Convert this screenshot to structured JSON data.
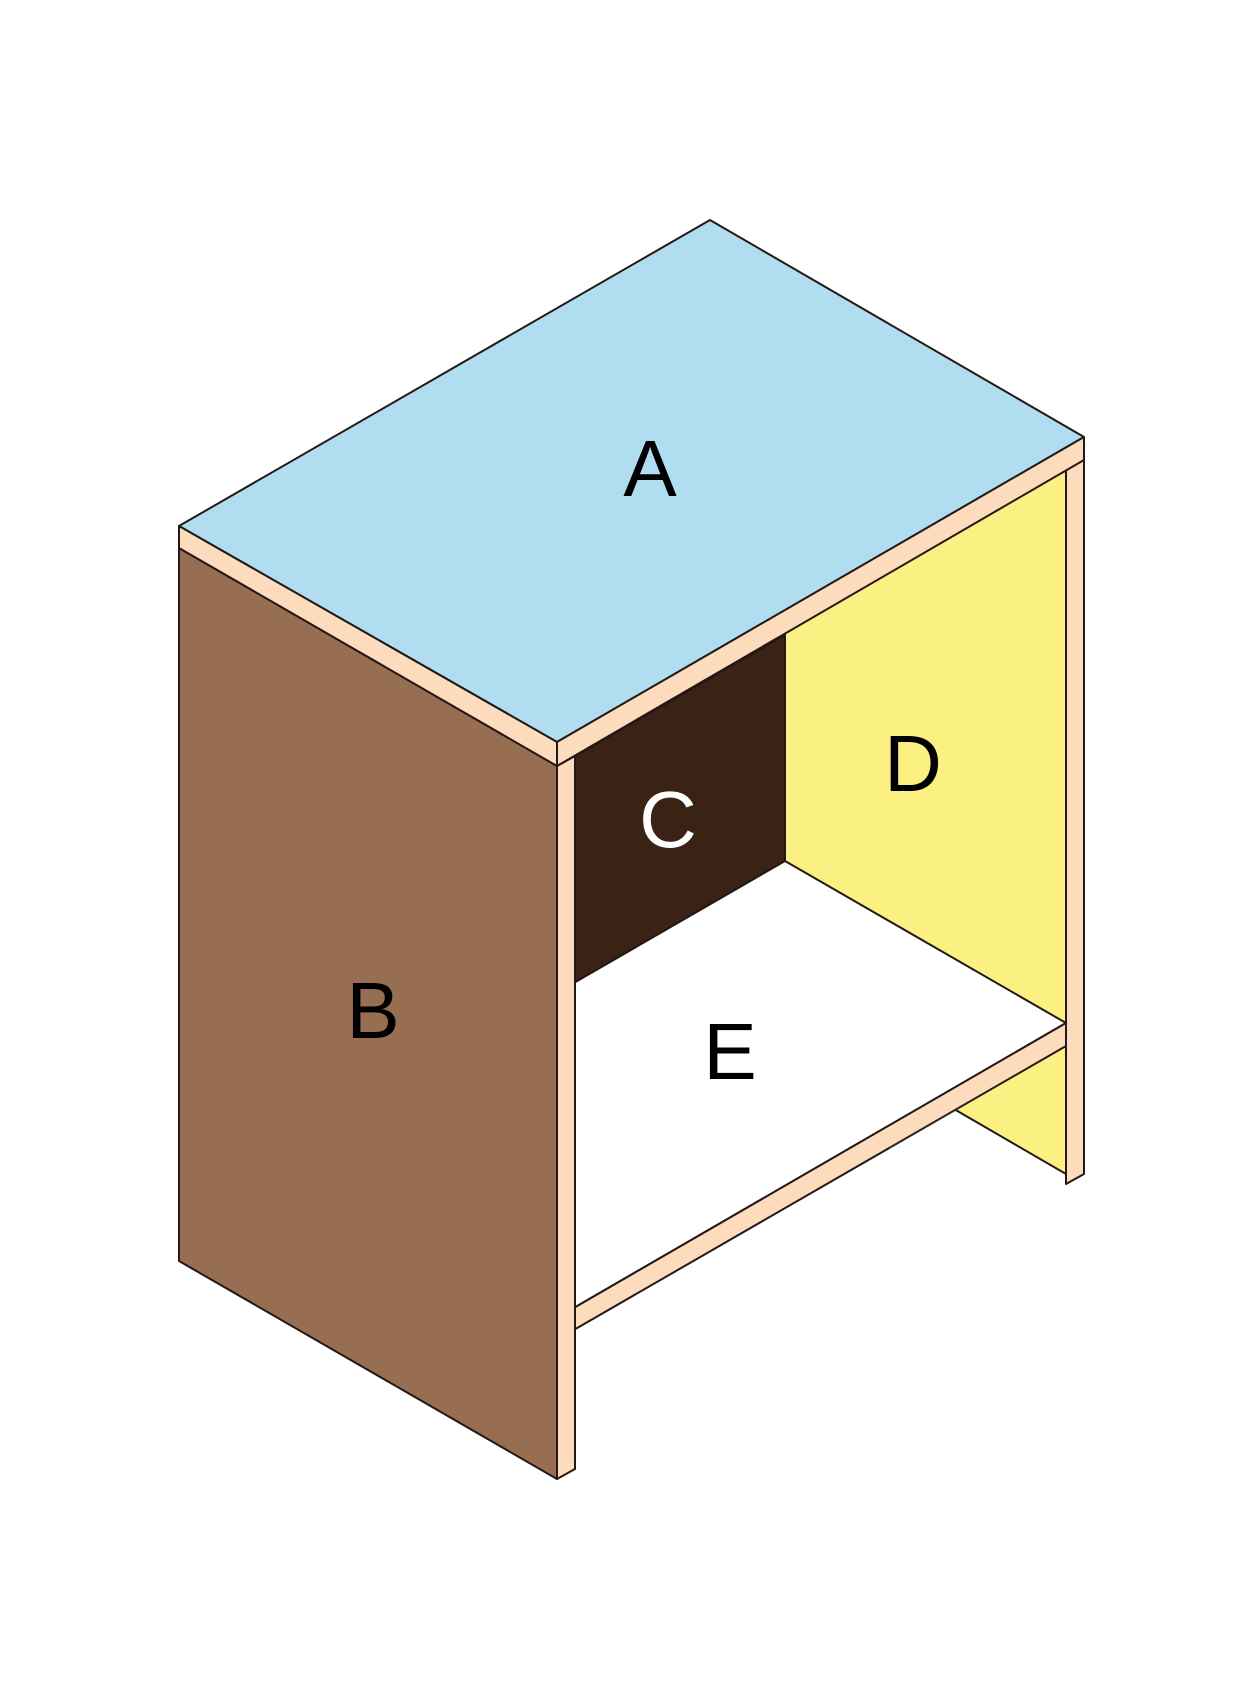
{
  "diagram": {
    "colors": {
      "top_panel": "#b1ddf0",
      "left_side_panel": "#976e52",
      "back_panel": "#3a2315",
      "right_side_panel": "#fbf082",
      "shelf_panel": "#ffffff",
      "panel_edge": "#fddcbe",
      "outline": "#231815",
      "label_dark": "#000000",
      "label_light": "#ffffff"
    },
    "panels": [
      {
        "id": "A",
        "label": "A",
        "part": "top"
      },
      {
        "id": "B",
        "label": "B",
        "part": "left-side"
      },
      {
        "id": "C",
        "label": "C",
        "part": "back"
      },
      {
        "id": "D",
        "label": "D",
        "part": "right-side"
      },
      {
        "id": "E",
        "label": "E",
        "part": "shelf"
      }
    ]
  }
}
